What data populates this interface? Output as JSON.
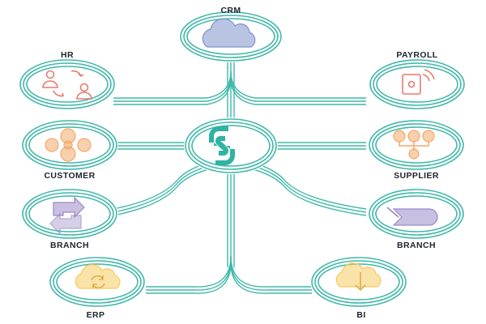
{
  "colors": {
    "line": "#3fb8a8",
    "hub_logo": "#2fb3a3",
    "crm": "#7f93cc",
    "hr": "#e87a6f",
    "payroll": "#e87a6f",
    "customer": "#f3a96a",
    "supplier": "#f3a96a",
    "branch_left": "#9b8ac8",
    "branch_right": "#9b8ac8",
    "erp": "#f5cc62",
    "bi": "#f5cc62"
  },
  "nodes": {
    "crm": {
      "label": "CRM",
      "icon": "cloud-icon"
    },
    "hr": {
      "label": "HR",
      "icon": "people-exchange-icon"
    },
    "payroll": {
      "label": "PAYROLL",
      "icon": "phone-signal-icon"
    },
    "customer": {
      "label": "CUSTOMER",
      "icon": "network-circles-icon"
    },
    "supplier": {
      "label": "SUPPLIER",
      "icon": "org-tree-icon"
    },
    "branch_left": {
      "label": "BRANCH",
      "icon": "sync-arrows-icon"
    },
    "branch_right": {
      "label": "BRANCH",
      "icon": "arrow-shape-icon"
    },
    "erp": {
      "label": "ERP",
      "icon": "cloud-sync-icon"
    },
    "bi": {
      "label": "BI",
      "icon": "cloud-download-icon"
    }
  },
  "hub": {
    "icon": "brand-logo-icon"
  }
}
